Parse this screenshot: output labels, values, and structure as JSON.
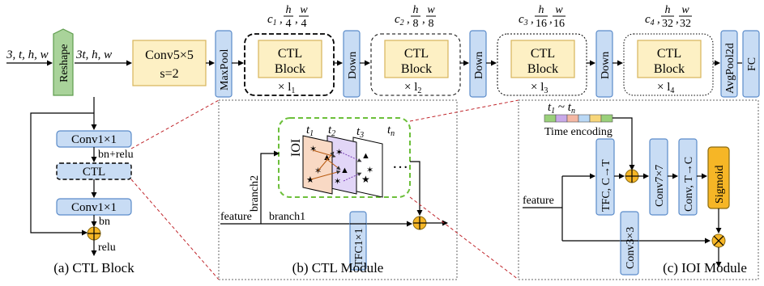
{
  "colors": {
    "blue_fill": "#c8dcf4",
    "blue_stroke": "#5b8bc9",
    "yellow_fill": "#fdf0c4",
    "yellow_stroke": "#d7b45a",
    "orange": "#f6b626",
    "green_dash": "#6cbf3a",
    "red_dash": "#c0262c",
    "frame1": "#f9d9c4",
    "frame2": "#d9cdf3",
    "time_enc": [
      "#9ad07a",
      "#c8a9e8",
      "#f4b7a3",
      "#b9d8f5",
      "#f7d67a",
      "#9ad07a"
    ]
  },
  "top": {
    "input": "3, t, h, w",
    "reshape": "Reshape",
    "reshape_out": "3t, h, w",
    "conv_line1": "Conv5×5",
    "conv_line2": "s=2",
    "maxpool": "MaxPool",
    "down": "Down",
    "avgpool": "AvgPool2d",
    "fc": "FC",
    "stages": [
      {
        "c": "c",
        "ci": "1",
        "h": "h",
        "hd": "4",
        "w": "w",
        "wd": "4",
        "block1": "CTL",
        "block2": "Block",
        "mult": "× l",
        "li": "1"
      },
      {
        "c": "c",
        "ci": "2",
        "h": "h",
        "hd": "8",
        "w": "w",
        "wd": "8",
        "block1": "CTL",
        "block2": "Block",
        "mult": "× l",
        "li": "2"
      },
      {
        "c": "c",
        "ci": "3",
        "h": "h",
        "hd": "16",
        "w": "w",
        "wd": "16",
        "block1": "CTL",
        "block2": "Block",
        "mult": "× l",
        "li": "3"
      },
      {
        "c": "c",
        "ci": "4",
        "h": "h",
        "hd": "32",
        "w": "w",
        "wd": "32",
        "block1": "CTL",
        "block2": "Block",
        "mult": "× l",
        "li": "4"
      }
    ]
  },
  "block": {
    "conv_a": "Conv1×1",
    "bn_relu": "bn+relu",
    "ctl": "CTL",
    "conv_b": "Conv1×1",
    "bn": "bn",
    "relu": "relu",
    "caption": "(a) CTL Block"
  },
  "module": {
    "ioi": "IOI",
    "t1": "t",
    "t1s": "1",
    "t2": "t",
    "t2s": "2",
    "t3": "t",
    "t3s": "3",
    "tn": "t",
    "tns": "n",
    "dots": "…",
    "branch2": "branch2",
    "branch1": "branch1",
    "feature": "feature",
    "tfc": "TFC1×1",
    "caption": "(b) CTL Module"
  },
  "ioi": {
    "range_a": "t",
    "range_as": "1",
    "range_tilde": " ~ ",
    "range_b": "t",
    "range_bs": "n",
    "time_encoding": "Time encoding",
    "feature": "feature",
    "tfc": "TFC, C→T",
    "conv7": "Conv7×7",
    "convt": "Conv, T→C",
    "sigmoid": "Sigmoid",
    "conv3": "Conv3×3",
    "caption": "(c) IOI Module"
  }
}
